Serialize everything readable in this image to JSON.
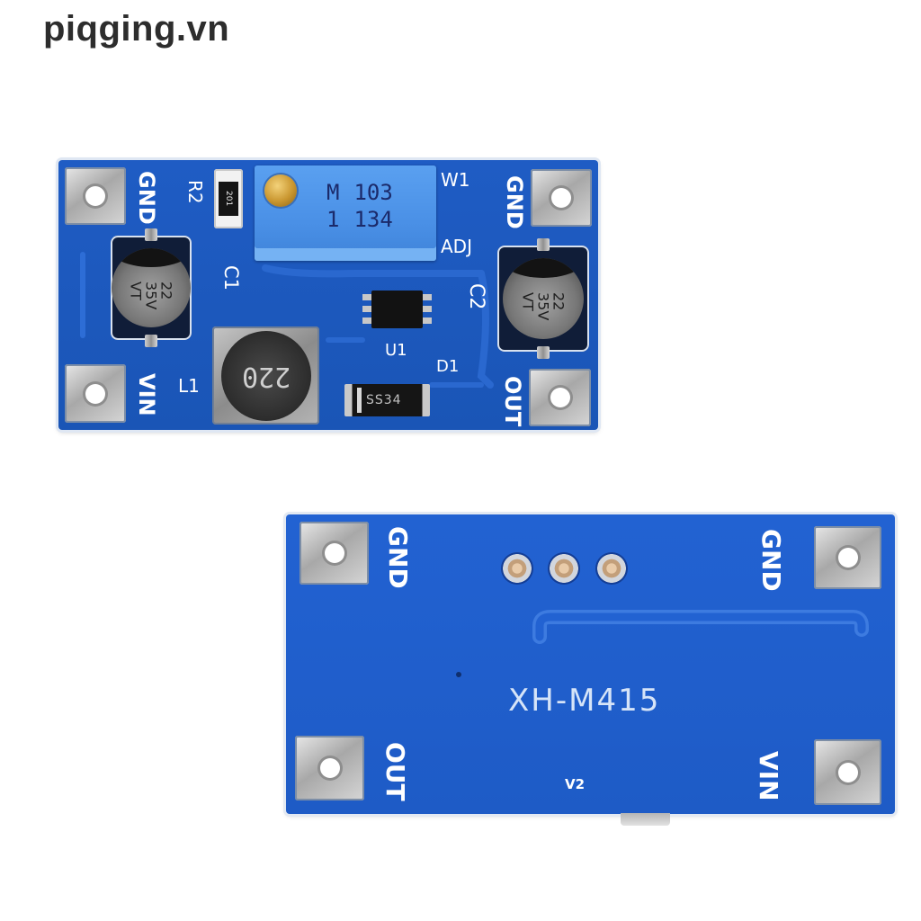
{
  "watermark": "piqging.vn",
  "colors": {
    "board_top": "#1f5cc4",
    "board_bottom": "#2262d2",
    "silkscreen": "#ffffff",
    "potentiometer": "#4a90e6",
    "model_text": "#d6e4f8"
  },
  "top_board": {
    "labels": {
      "gnd_left": "GND",
      "r2": "R2",
      "w1": "W1",
      "gnd_right": "GND",
      "c1": "C1",
      "adj": "ADJ",
      "c2": "C2",
      "u1": "U1",
      "d1": "D1",
      "l1": "L1",
      "vin": "VIN",
      "out": "OUT"
    },
    "resistor_code": "201",
    "potentiometer": {
      "line1_left": "M",
      "line1_right": "103",
      "line2_left": "1",
      "line2_right": "134"
    },
    "capacitor_c1": {
      "value": "22",
      "voltage": "35V",
      "series": "VT"
    },
    "capacitor_c2": {
      "value": "22",
      "voltage": "35V",
      "series": "VT"
    },
    "inductor_code": "220",
    "diode_code": "SS34"
  },
  "bottom_board": {
    "gnd_left": "GND",
    "gnd_right": "GND",
    "model": "XH-M415",
    "out": "OUT",
    "vin": "VIN",
    "version": "V2"
  }
}
